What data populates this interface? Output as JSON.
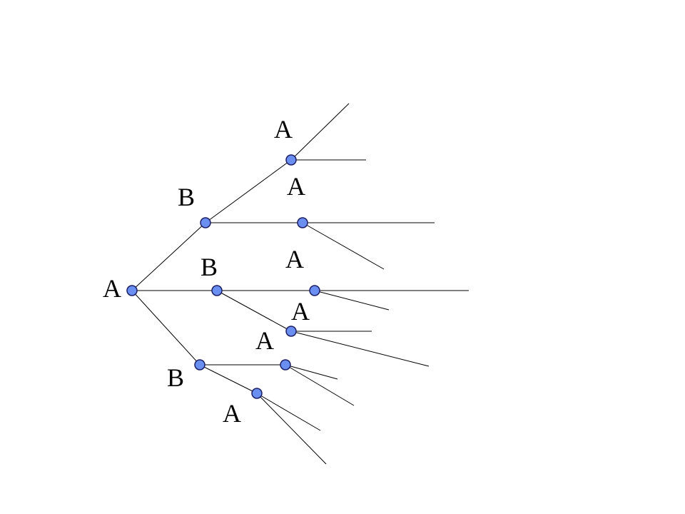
{
  "diagram": {
    "node_color": "#6b8ff0",
    "node_stroke": "#1a1f66",
    "line_color": "#000000",
    "labels": {
      "root": "A",
      "top_right": "A",
      "upper_mid": "A",
      "upper_b": "B",
      "mid_right": "A",
      "mid_b": "B",
      "left_root": "A",
      "mid_lower_right": "A",
      "lower_mid": "A",
      "lower_b": "B",
      "bottom": "A"
    }
  }
}
